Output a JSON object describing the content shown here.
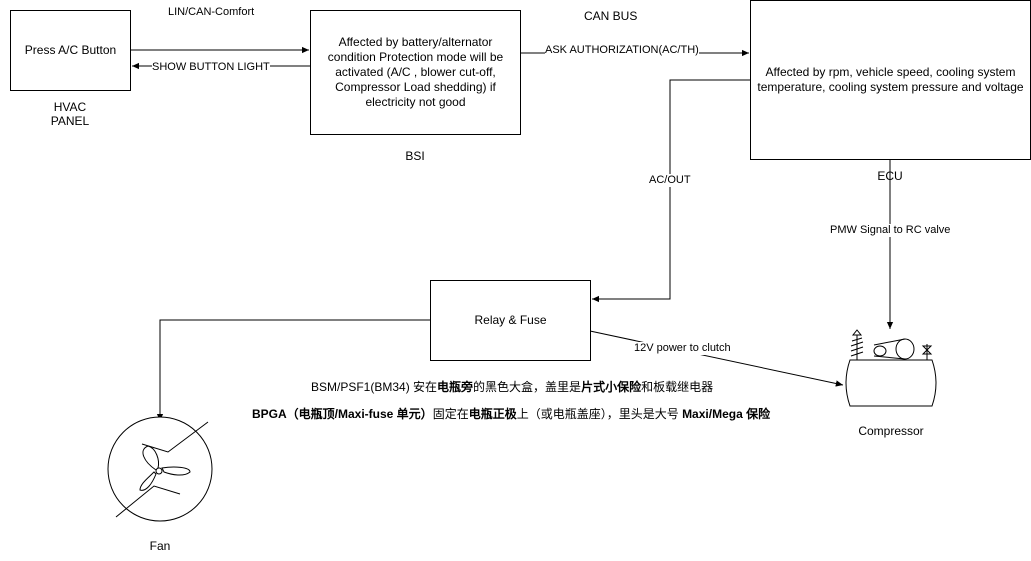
{
  "nodes": {
    "hvac_box": "Press A/C Button",
    "hvac_caption_line1": "HVAC",
    "hvac_caption_line2": "PANEL",
    "bsi_box": "Affected by battery/alternator condition Protection mode will be activated (A/C , blower cut-off, Compressor Load shedding) if electricity not good",
    "bsi_caption": "BSI",
    "ecu_box": "Affected by rpm, vehicle speed, cooling system temperature, cooling system pressure and voltage",
    "ecu_caption": "ECU",
    "relay_box": "Relay & Fuse",
    "compressor_caption": "Compressor",
    "fan_caption": "Fan"
  },
  "edges": {
    "lin_can_comfort": "LIN/CAN-Comfort",
    "show_button_light": "SHOW BUTTON LIGHT",
    "can_bus": "CAN BUS",
    "ask_authorization": "ASK AUTHORIZATION(AC/TH)",
    "ac_out": "AC/OUT",
    "pmw_signal": "PMW Signal to RC valve",
    "power_to_clutch": "12V power to clutch"
  },
  "notes": {
    "bsm": {
      "p1": "BSM/PSF1(BM34) 安在",
      "b1": "电瓶旁",
      "p2": "的黑色大盒，盖里是",
      "b2": "片式小保险",
      "p3": "和板载继电器"
    },
    "bpga": {
      "b1": "BPGA（电瓶顶/Maxi-fuse 单元）",
      "p1": "固定在",
      "b2": "电瓶正极",
      "p2": "上（或电瓶盖座），里头是大号 ",
      "b3": "Maxi/Mega 保险"
    }
  },
  "icons": [
    "fan-icon",
    "compressor-icon"
  ],
  "colors": {
    "line": "#000000",
    "box_fill": "#ffffff"
  }
}
